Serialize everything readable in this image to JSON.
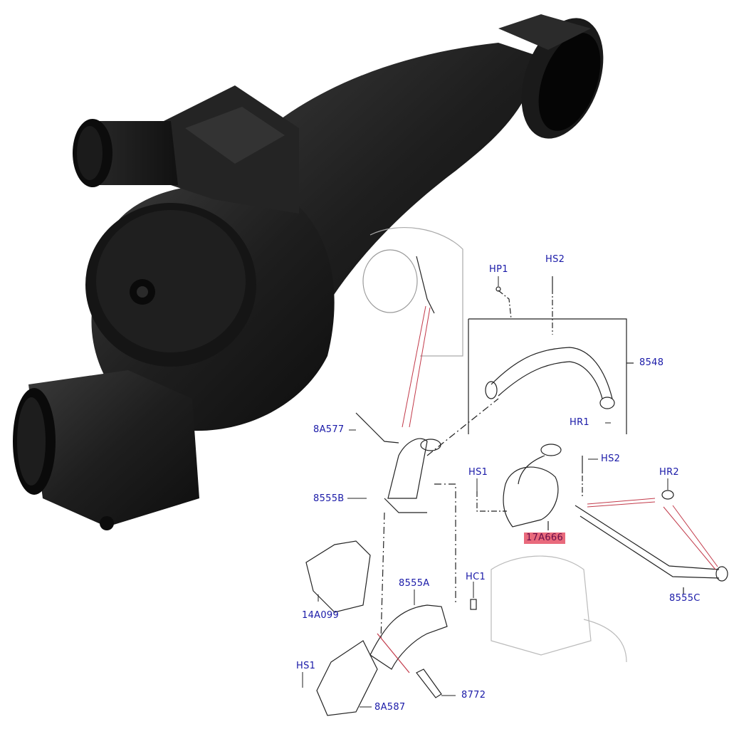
{
  "diagram": {
    "type": "exploded parts diagram with product photo",
    "photo": {
      "subject": "coolant outlet / water pump housing with hose pipe",
      "color": "#1c1c1c"
    },
    "highlight_color": "#e96a7c",
    "label_color": "#1a1aa8",
    "labels": [
      {
        "id": "hp1",
        "text": "HP1"
      },
      {
        "id": "hs2_top",
        "text": "HS2"
      },
      {
        "id": "p8548",
        "text": "8548"
      },
      {
        "id": "hr1",
        "text": "HR1"
      },
      {
        "id": "p8a577",
        "text": "8A577"
      },
      {
        "id": "hs2_mid",
        "text": "HS2"
      },
      {
        "id": "hs1_mid",
        "text": "HS1"
      },
      {
        "id": "hr2",
        "text": "HR2"
      },
      {
        "id": "p8555b",
        "text": "8555B"
      },
      {
        "id": "p17a666",
        "text": "17A666",
        "highlighted": true
      },
      {
        "id": "hc1",
        "text": "HC1"
      },
      {
        "id": "p8555a",
        "text": "8555A"
      },
      {
        "id": "p8555c",
        "text": "8555C"
      },
      {
        "id": "p14a099",
        "text": "14A099"
      },
      {
        "id": "hs1_bot",
        "text": "HS1"
      },
      {
        "id": "p8772",
        "text": "8772"
      },
      {
        "id": "p8a587",
        "text": "8A587"
      }
    ]
  }
}
